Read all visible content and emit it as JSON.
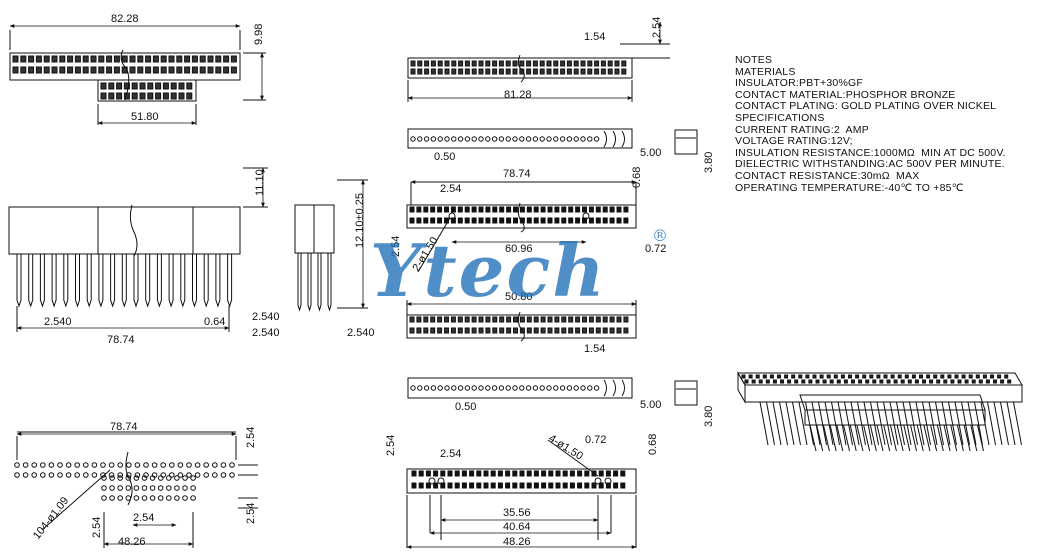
{
  "notes": [
    "NOTES",
    "MATERIALS",
    "INSULATOR:PBT+30%GF",
    "CONTACT MATERIAL:PHOSPHOR BRONZE",
    "CONTACT PLATING: GOLD PLATING OVER NICKEL",
    "SPECIFICATIONS",
    "CURRENT RATING:2  AMP",
    "VOLTAGE RATING:12V;",
    "INSULATION RESISTANCE:1000MΩ  MIN AT DC 500V.",
    "DIELECTRIC WITHSTANDING:AC 500V PER MINUTE.",
    "CONTACT RESISTANCE:30mΩ  MAX",
    "OPERATING TEMPERATURE:-40℃ TO +85℃"
  ],
  "watermark": {
    "text": "Ytech",
    "mark": "®"
  },
  "dimensions": {
    "top_view": {
      "overall": "82.28",
      "height": "9.98",
      "lower_row": "51.80"
    },
    "side_view": {
      "height": "11.10",
      "pitch": "2.540",
      "length": "78.74",
      "pin": "0.64"
    },
    "end_view": {
      "height": "12.10±0.25",
      "pitch_a": "2.540",
      "pitch_b": "2.540",
      "pitch_c": "2.540"
    },
    "upper_top": {
      "pitch": "1.54",
      "row": "2.54",
      "length": "81.28"
    },
    "upper_side": {
      "pin": "0.50",
      "width": "5.00",
      "height": "3.80"
    },
    "upper_board": {
      "length": "78.74",
      "pitch": "2.54",
      "edge": "0.68",
      "row": "2.54",
      "holes": "2-ø1.50",
      "span": "60.96",
      "margin": "0.72"
    },
    "lower_top": {
      "length": "50.80",
      "pitch": "1.54"
    },
    "lower_side": {
      "pin": "0.50",
      "width": "5.00",
      "height": "3.80"
    },
    "lower_board": {
      "row": "2.54",
      "pitch": "2.54",
      "holes": "4-ø1.50",
      "margin": "0.72",
      "edge": "0.68",
      "a": "35.56",
      "b": "40.64",
      "c": "48.26"
    },
    "pcb": {
      "length": "78.74",
      "row_a": "2.54",
      "row_b": "2.54",
      "holes": "104-ø1.09",
      "left": "2.54",
      "pitch": "2.54",
      "width": "48.26"
    }
  }
}
